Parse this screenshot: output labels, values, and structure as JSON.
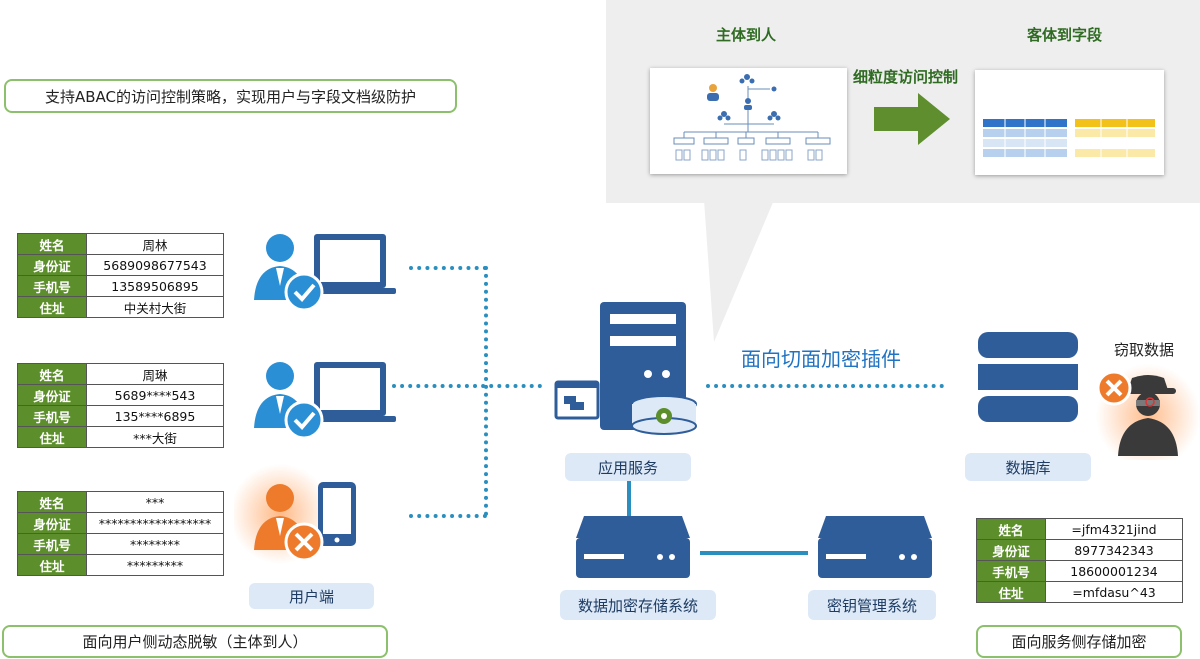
{
  "top_left_pill": "支持ABAC的访问控制策略，实现用户与字段文档级防护",
  "callout": {
    "left_title": "主体到人",
    "right_title": "客体到字段",
    "arrow_label": "细粒度访问控制"
  },
  "records": [
    {
      "rows": [
        {
          "key": "姓名",
          "value": "周林"
        },
        {
          "key": "身份证",
          "value": "5689098677543"
        },
        {
          "key": "手机号",
          "value": "13589506895"
        },
        {
          "key": "住址",
          "value": "中关村大街"
        }
      ]
    },
    {
      "rows": [
        {
          "key": "姓名",
          "value": "周琳"
        },
        {
          "key": "身份证",
          "value": "5689****543"
        },
        {
          "key": "手机号",
          "value": "135****6895"
        },
        {
          "key": "住址",
          "value": "***大街"
        }
      ]
    },
    {
      "rows": [
        {
          "key": "姓名",
          "value": "***"
        },
        {
          "key": "身份证",
          "value": "******************"
        },
        {
          "key": "手机号",
          "value": "********"
        },
        {
          "key": "住址",
          "value": "*********"
        }
      ]
    }
  ],
  "db_record": {
    "rows": [
      {
        "key": "姓名",
        "value": "=jfm4321jind"
      },
      {
        "key": "身份证",
        "value": "8977342343"
      },
      {
        "key": "手机号",
        "value": "18600001234"
      },
      {
        "key": "住址",
        "value": "=mfdasu^43"
      }
    ]
  },
  "labels": {
    "user_end": "用户端",
    "app_service": "应用服务",
    "database": "数据库",
    "steal": "窃取数据",
    "plugin": "面向切面加密插件",
    "encrypt_storage": "数据加密存储系统",
    "key_mgmt": "密钥管理系统"
  },
  "bottom_left_pill": "面向用户侧动态脱敏（主体到人）",
  "bottom_right_pill": "面向服务侧存储加密",
  "colors": {
    "accent_green": "#5c8f2b",
    "pill_border": "#8cc06c",
    "icon_blue": "#2f5d9a",
    "icon_light_blue": "#2a8fd4",
    "icon_orange": "#ee7b2c",
    "dots": "#2a8fbf"
  }
}
